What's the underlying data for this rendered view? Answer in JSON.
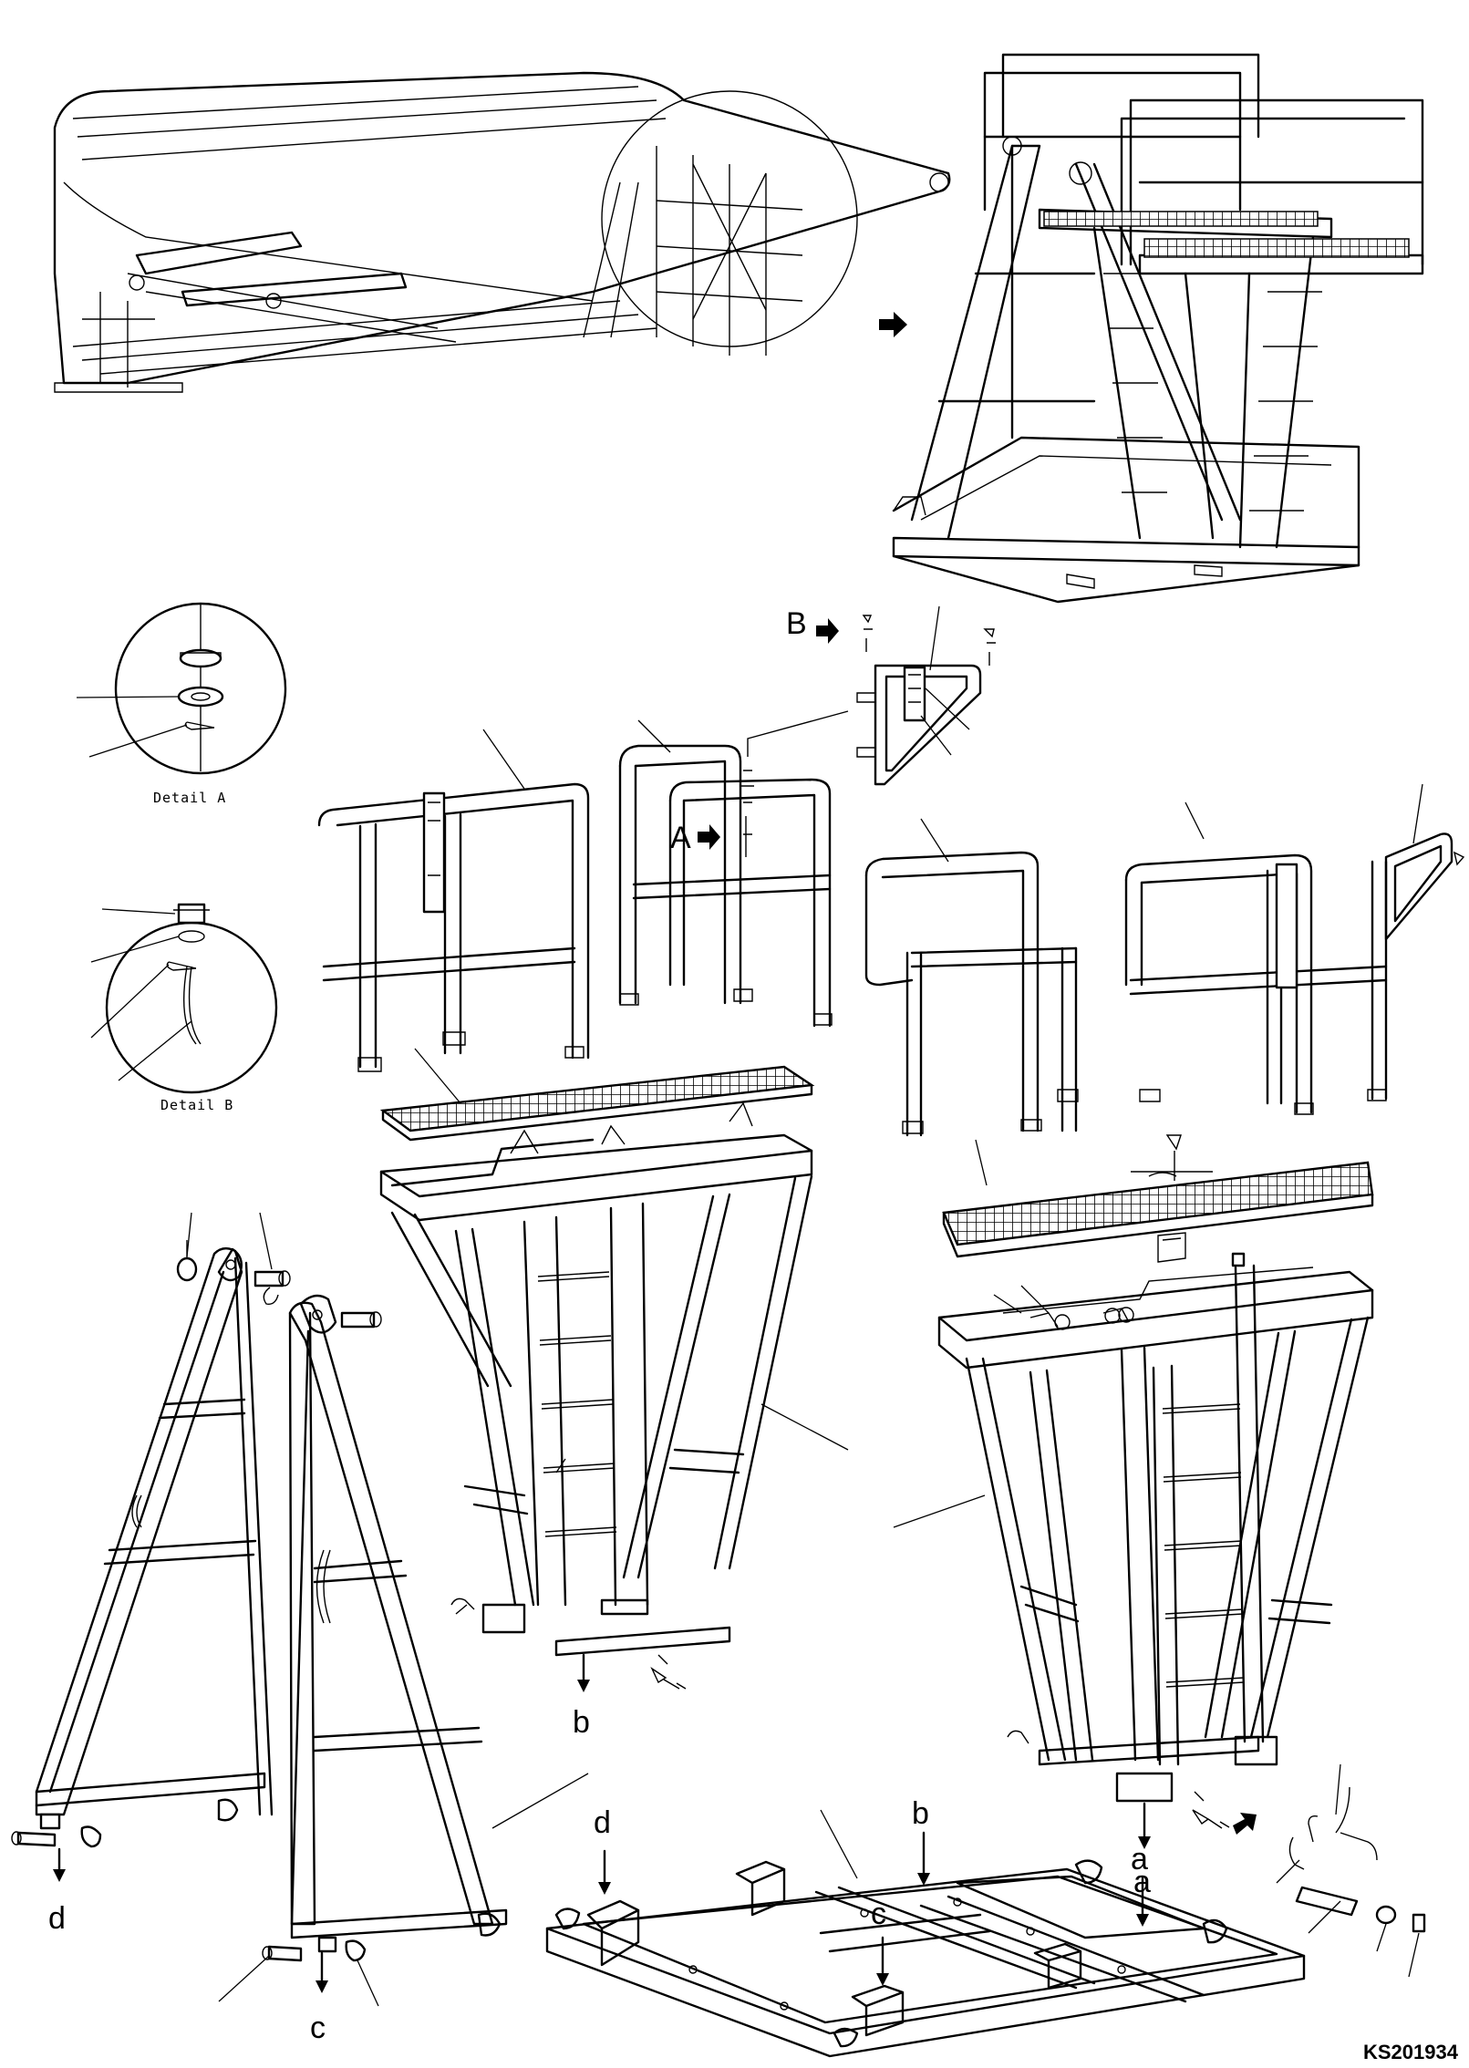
{
  "drawing": {
    "code": "KS201934",
    "details": [
      {
        "id": "detail-a",
        "caption": "Detail A"
      },
      {
        "id": "detail-b",
        "caption": "Detail B"
      }
    ],
    "view_markers": [
      {
        "id": "view-a",
        "letter": "A"
      },
      {
        "id": "view-b",
        "letter": "B"
      }
    ],
    "connection_labels": {
      "a1": "a",
      "a2": "a",
      "b1": "b",
      "b2": "b",
      "c1": "c",
      "c2": "c",
      "d1": "d",
      "d2": "d"
    }
  }
}
